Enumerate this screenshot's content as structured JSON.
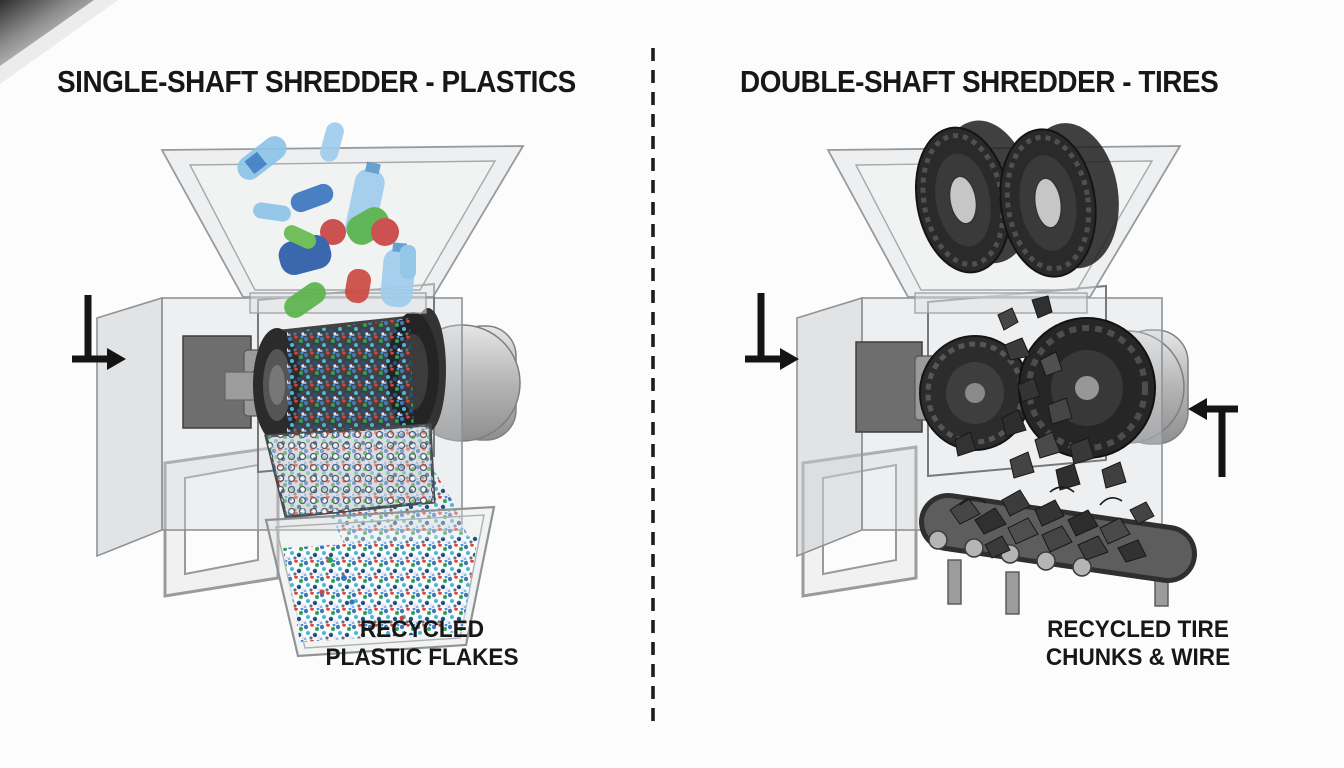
{
  "page": {
    "background_color": "#fcfcfc",
    "divider": {
      "style": "dashed-vertical-line",
      "color": "#1d1d1d"
    }
  },
  "panels": {
    "left": {
      "title": "SINGLE-SHAFT SHREDDER - PLASTICS",
      "caption_line1": "RECYCLED",
      "caption_line2": "PLASTIC FLAKES",
      "rotation_arrow": "down-then-right"
    },
    "right": {
      "title": "DOUBLE-SHAFT SHREDDER - TIRES",
      "caption_line1": "RECYCLED TIRE",
      "caption_line2": "CHUNKS & WIRE",
      "rotation_arrows": [
        "down-then-right",
        "up-then-left"
      ]
    }
  },
  "colors": {
    "text": "#171717",
    "arrow": "#141414",
    "machine_glass_gray": "#c7c9cb",
    "tire_black": "#2a2a2a",
    "motor_silver": "#b5b5b5",
    "flake_blue": "#3a79c2",
    "flake_teal": "#49b8d8",
    "flake_red": "#cc4444",
    "flake_green": "#2fa05a",
    "flake_navy": "#23508e",
    "bottle_light_blue": "#8ec4e8",
    "bottle_blue": "#3f7fc4",
    "bottle_dark_blue": "#2b5ca9",
    "bottle_green": "#55b24a",
    "bottle_red": "#c94444"
  }
}
